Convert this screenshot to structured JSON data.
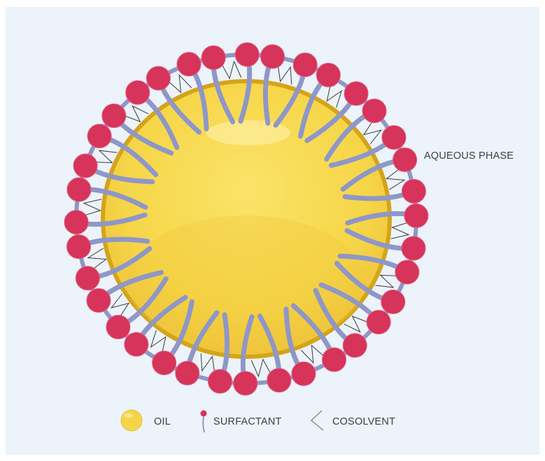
{
  "title_label": "AQUEOUS PHASE",
  "legend": {
    "oil": "OIL",
    "surfactant": "SURFACTANT",
    "cosolvent": "COSOLVENT"
  },
  "colors": {
    "background": "#edf3fb",
    "oil": "#f7d84a",
    "oil_rim": "#d4a419",
    "surfactant_head": "#d6345a",
    "surfactant_tail": "#8e97c8",
    "cosolvent": "#3a3a3a"
  },
  "surfactant_pairs": 18
}
